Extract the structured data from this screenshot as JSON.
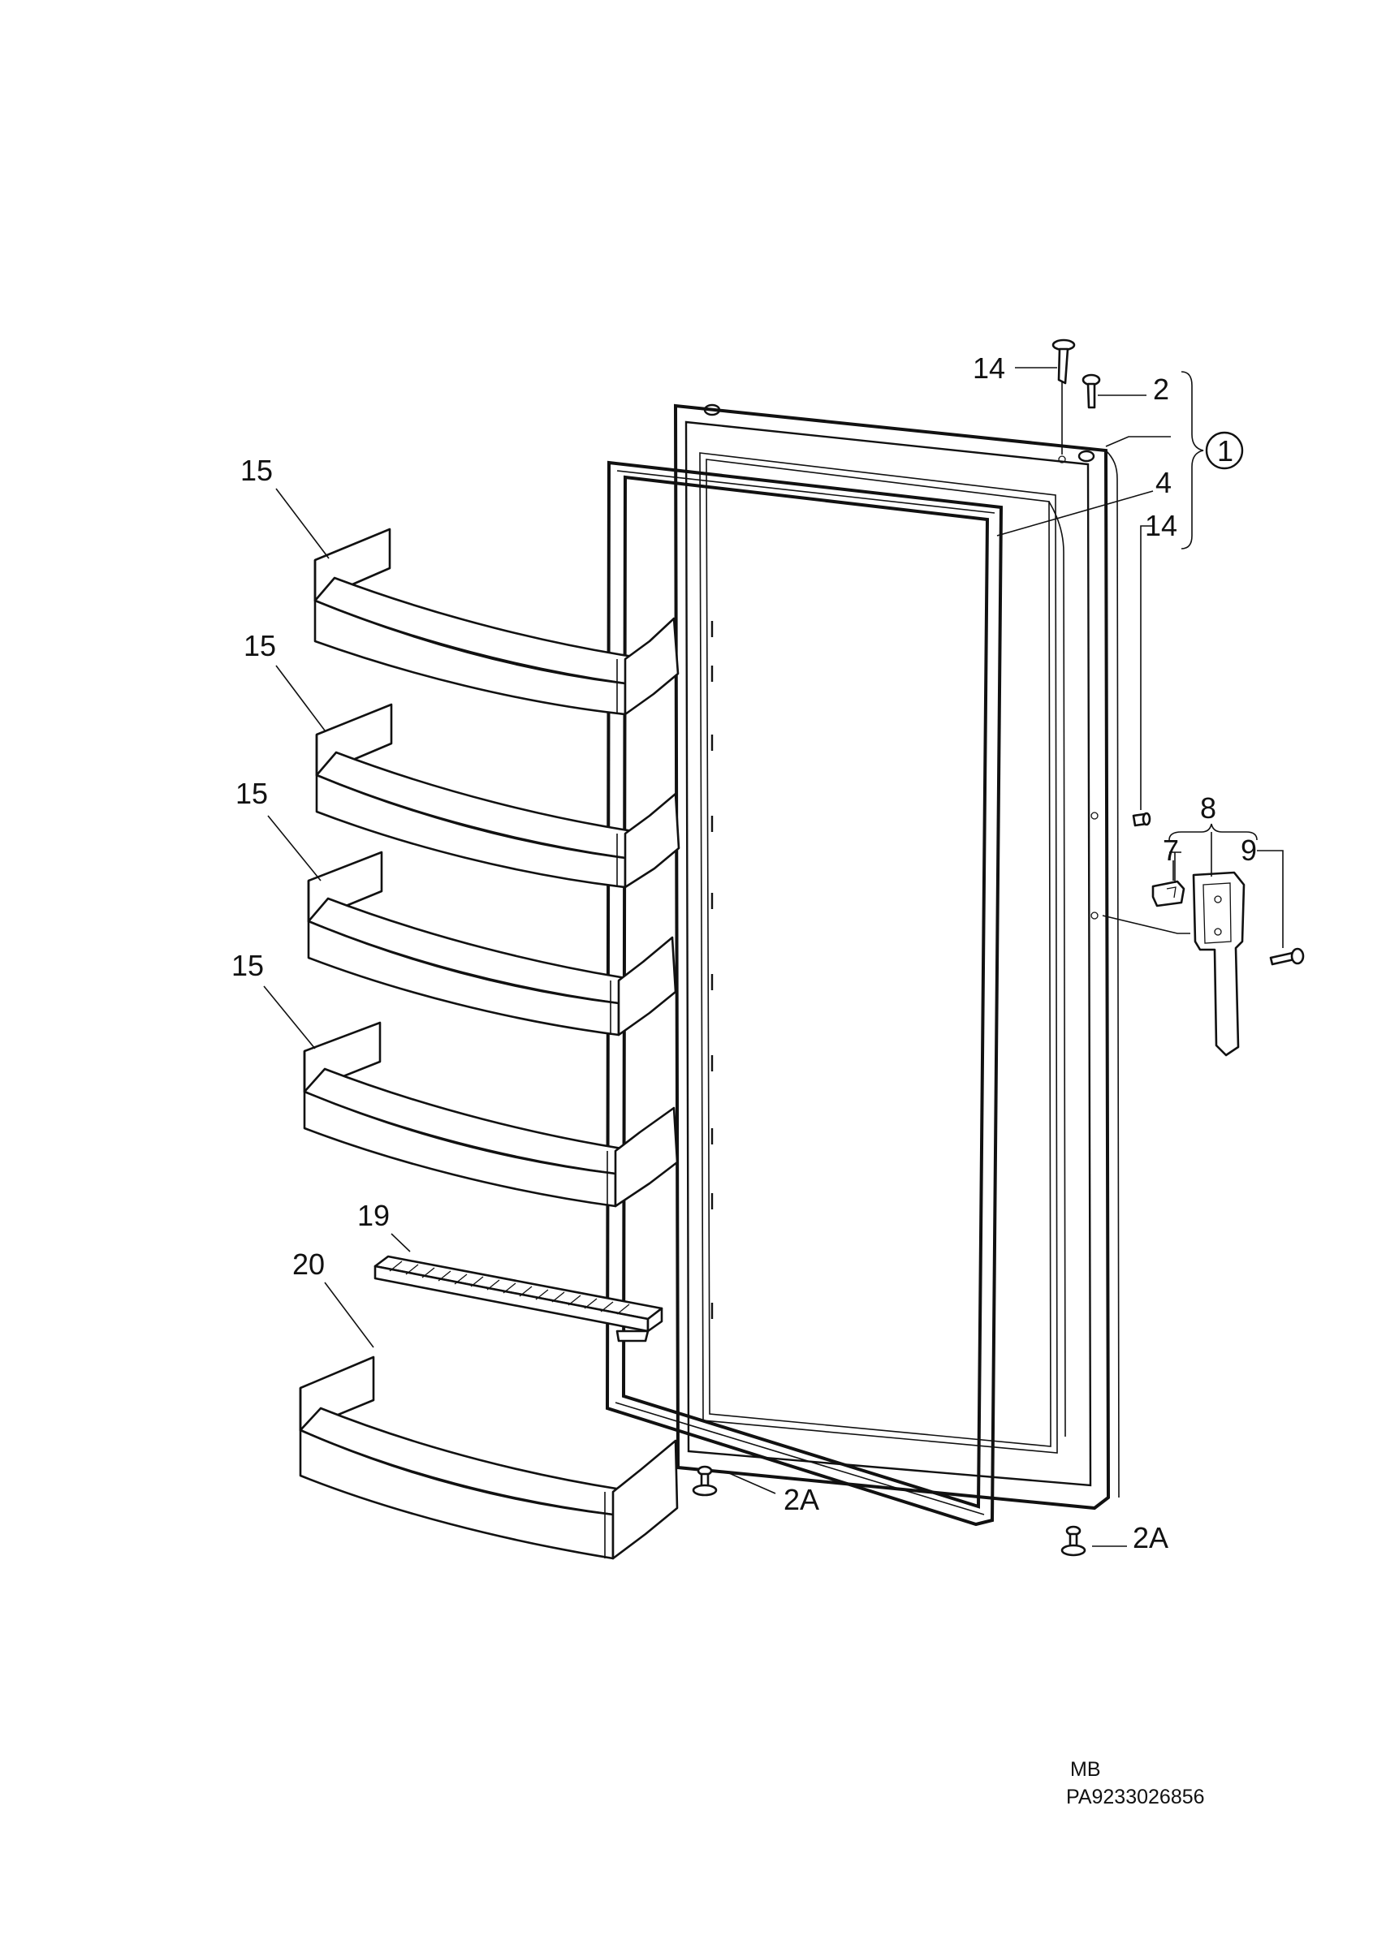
{
  "labels": {
    "shelf1": "15",
    "shelf2": "15",
    "shelf3": "15",
    "shelf4": "15",
    "rack": "19",
    "bottom_shelf": "20",
    "hinge_pin_top": "14",
    "pin": "2",
    "assembly": "1",
    "gasket": "4",
    "hinge_pin_side": "14",
    "handle": "8",
    "cover": "7",
    "screw": "9",
    "foot_left": "2A",
    "foot_right": "2A"
  },
  "footer": {
    "code_line1": "MB",
    "code_line2": "PA9233026856"
  },
  "icons": {
    "assembly_marker": "circled-number"
  }
}
